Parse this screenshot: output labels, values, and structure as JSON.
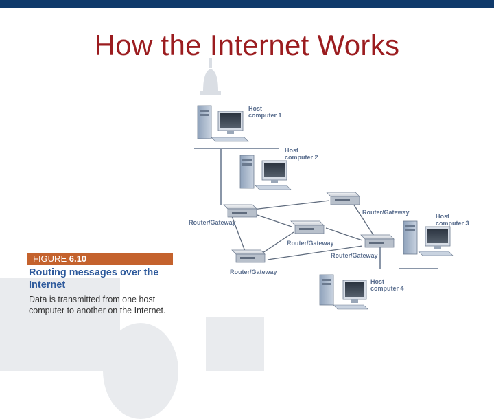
{
  "title": "How the Internet Works",
  "figure": {
    "number_prefix": "FIGURE",
    "number": "6.10",
    "heading_line1": "Routing messages over the",
    "heading_line2": "Internet",
    "description_line1": "Data is transmitted from one host",
    "description_line2": "computer to another on the Internet."
  },
  "diagram": {
    "hosts": [
      {
        "line1": "Host",
        "line2": "computer 1"
      },
      {
        "line1": "Host",
        "line2": "computer 2"
      },
      {
        "line1": "Host",
        "line2": "computer 3"
      },
      {
        "line1": "Host",
        "line2": "computer 4"
      }
    ],
    "routers": [
      {
        "label": "Router/Gateway"
      },
      {
        "label": "Router/Gateway"
      },
      {
        "label": "Router/Gateway"
      },
      {
        "label": "Router/Gateway"
      },
      {
        "label": "Router/Gateway"
      }
    ]
  },
  "colors": {
    "top_bar": "#0f3a6b",
    "title": "#9b1c1f",
    "figure_bar": "#c4622d",
    "figure_heading": "#2e5a9c",
    "diagram_label": "#5b6f8f"
  }
}
